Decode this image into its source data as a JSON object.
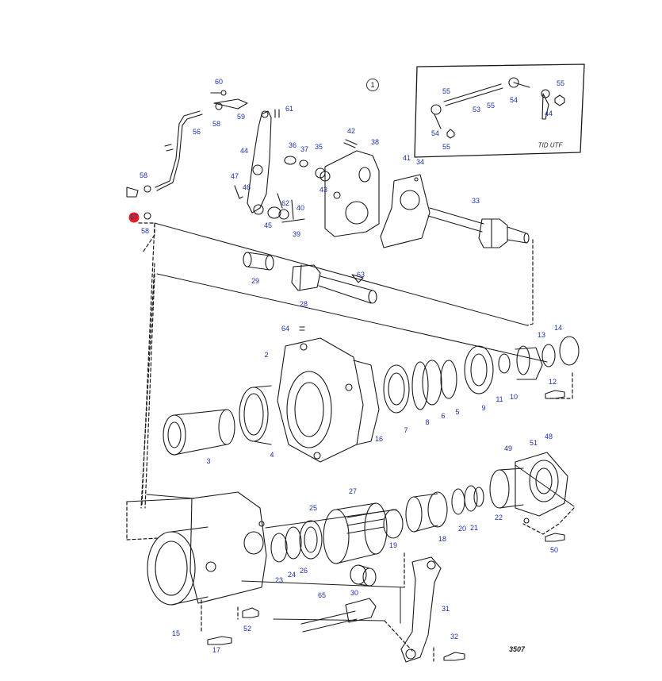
{
  "view_marker": "1",
  "inset_caption": "TID UTF",
  "drawing_number": "3507",
  "highlight_color": "#e5201f",
  "callout_color": "#1f2fae",
  "callouts": [
    {
      "id": "60",
      "text": "60"
    },
    {
      "id": "58a",
      "text": "58"
    },
    {
      "id": "59",
      "text": "59"
    },
    {
      "id": "56",
      "text": "56"
    },
    {
      "id": "61",
      "text": "61"
    },
    {
      "id": "44a",
      "text": "44"
    },
    {
      "id": "36",
      "text": "36"
    },
    {
      "id": "37",
      "text": "37"
    },
    {
      "id": "35",
      "text": "35"
    },
    {
      "id": "42",
      "text": "42"
    },
    {
      "id": "38",
      "text": "38"
    },
    {
      "id": "43",
      "text": "43"
    },
    {
      "id": "41",
      "text": "41"
    },
    {
      "id": "34",
      "text": "34"
    },
    {
      "id": "33",
      "text": "33"
    },
    {
      "id": "47",
      "text": "47"
    },
    {
      "id": "46",
      "text": "46"
    },
    {
      "id": "62",
      "text": "62"
    },
    {
      "id": "40",
      "text": "40"
    },
    {
      "id": "45",
      "text": "45"
    },
    {
      "id": "39",
      "text": "39"
    },
    {
      "id": "58b",
      "text": "58"
    },
    {
      "id": "57",
      "text": "57",
      "highlight": true
    },
    {
      "id": "58c",
      "text": "58"
    },
    {
      "id": "55a",
      "text": "55"
    },
    {
      "id": "55b",
      "text": "55"
    },
    {
      "id": "53",
      "text": "53"
    },
    {
      "id": "55c",
      "text": "55"
    },
    {
      "id": "54a",
      "text": "54"
    },
    {
      "id": "55d",
      "text": "55"
    },
    {
      "id": "44b",
      "text": "44"
    },
    {
      "id": "54b",
      "text": "54"
    },
    {
      "id": "55e",
      "text": "55"
    },
    {
      "id": "29",
      "text": "29"
    },
    {
      "id": "63",
      "text": "63"
    },
    {
      "id": "28",
      "text": "28"
    },
    {
      "id": "64",
      "text": "64"
    },
    {
      "id": "2",
      "text": "2"
    },
    {
      "id": "13",
      "text": "13"
    },
    {
      "id": "14",
      "text": "14"
    },
    {
      "id": "12",
      "text": "12"
    },
    {
      "id": "10",
      "text": "10"
    },
    {
      "id": "11",
      "text": "11"
    },
    {
      "id": "9",
      "text": "9"
    },
    {
      "id": "5",
      "text": "5"
    },
    {
      "id": "6",
      "text": "6"
    },
    {
      "id": "8",
      "text": "8"
    },
    {
      "id": "7",
      "text": "7"
    },
    {
      "id": "16",
      "text": "16"
    },
    {
      "id": "3",
      "text": "3"
    },
    {
      "id": "4",
      "text": "4"
    },
    {
      "id": "49",
      "text": "49"
    },
    {
      "id": "51",
      "text": "51"
    },
    {
      "id": "48",
      "text": "48"
    },
    {
      "id": "27",
      "text": "27"
    },
    {
      "id": "25",
      "text": "25"
    },
    {
      "id": "22",
      "text": "22"
    },
    {
      "id": "20",
      "text": "20"
    },
    {
      "id": "21",
      "text": "21"
    },
    {
      "id": "18",
      "text": "18"
    },
    {
      "id": "19",
      "text": "19"
    },
    {
      "id": "50",
      "text": "50"
    },
    {
      "id": "23",
      "text": "23"
    },
    {
      "id": "24",
      "text": "24"
    },
    {
      "id": "26",
      "text": "26"
    },
    {
      "id": "30",
      "text": "30"
    },
    {
      "id": "65",
      "text": "65"
    },
    {
      "id": "31",
      "text": "31"
    },
    {
      "id": "52",
      "text": "52"
    },
    {
      "id": "15",
      "text": "15"
    },
    {
      "id": "17",
      "text": "17"
    },
    {
      "id": "32",
      "text": "32"
    }
  ]
}
